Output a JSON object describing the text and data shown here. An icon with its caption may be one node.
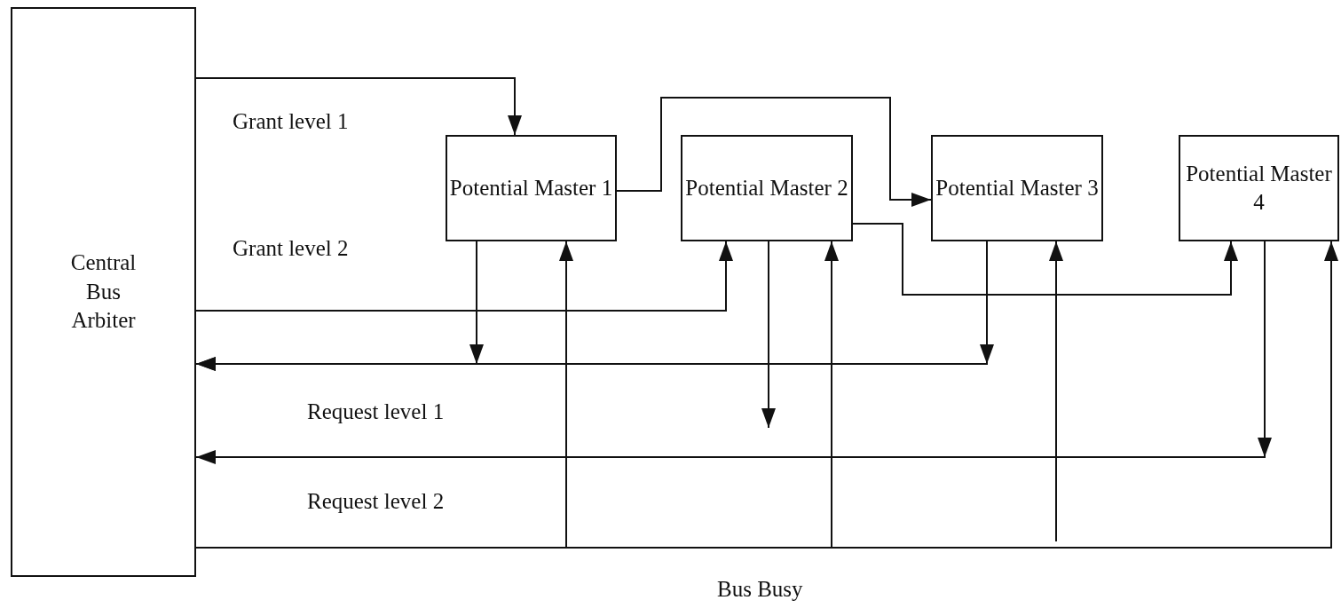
{
  "diagram": {
    "nodes": [
      {
        "text": [
          "Central Bus Arbiter"
        ]
      },
      {
        "text": [
          "Potential Master 1"
        ]
      },
      {
        "text": [
          "Potential Master 2"
        ]
      },
      {
        "text": [
          "Potential Master 3"
        ]
      },
      {
        "text": [
          "Potential Master 4"
        ]
      }
    ],
    "edges": [
      {
        "from": 0,
        "to": 1,
        "arrow": "to"
      },
      {
        "from": 1,
        "to": 3,
        "arrow": "to"
      },
      {
        "from": 0,
        "to": 2,
        "arrow": "to"
      },
      {
        "from": 2,
        "to": 4,
        "arrow": "to"
      },
      {
        "from": 1,
        "to": 0,
        "arrow": "to"
      },
      {
        "from": 3,
        "to": 0,
        "arrow": "to"
      },
      {
        "from": 2,
        "to": null,
        "arrow": "to"
      },
      {
        "from": 4,
        "to": 0,
        "arrow": "to"
      },
      {
        "from": 0,
        "to": 1,
        "arrow": "to"
      },
      {
        "from": 0,
        "to": 2,
        "arrow": "to"
      },
      {
        "from": null,
        "to": 3,
        "arrow": "to"
      },
      {
        "from": 0,
        "to": 4,
        "arrow": "to"
      }
    ],
    "labels": [
      "Grant level 1",
      "Grant level 2",
      "Request level 1",
      "Request level 2",
      "Bus Busy"
    ]
  }
}
